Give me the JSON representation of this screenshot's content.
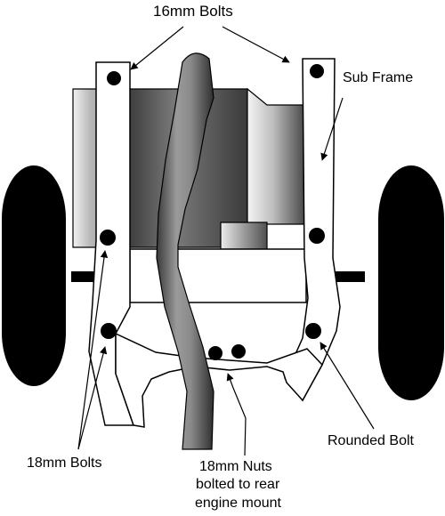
{
  "labels": {
    "top_bolts": "16mm Bolts",
    "sub_frame": "Sub Frame",
    "side_bolts": "18mm Bolts",
    "rounded_bolt": "Rounded Bolt",
    "nuts_line1": "18mm Nuts",
    "nuts_line2": "bolted to rear",
    "nuts_line3": "engine mount"
  },
  "colors": {
    "outline": "#000000",
    "frame_fill": "#ffffff",
    "wheel": "#000000",
    "axle": "#000000"
  }
}
